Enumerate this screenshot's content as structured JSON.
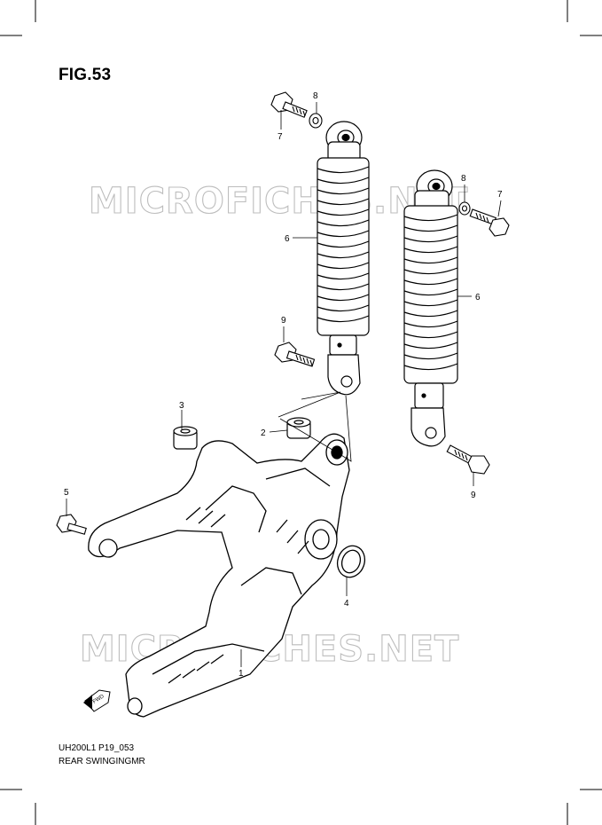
{
  "figure": {
    "title": "FIG.53",
    "code": "UH200L1 P19_053",
    "name": "REAR SWINGINGMR"
  },
  "watermark": "MICROFICHES.NET",
  "direction_marker": "FWD",
  "callouts": {
    "c7a": "7",
    "c8a": "8",
    "c6a": "6",
    "c9a": "9",
    "c3": "3",
    "c2": "2",
    "c5": "5",
    "c8b": "8",
    "c7b": "7",
    "c6b": "6",
    "c9b": "9",
    "c4": "4",
    "c1": "1"
  }
}
